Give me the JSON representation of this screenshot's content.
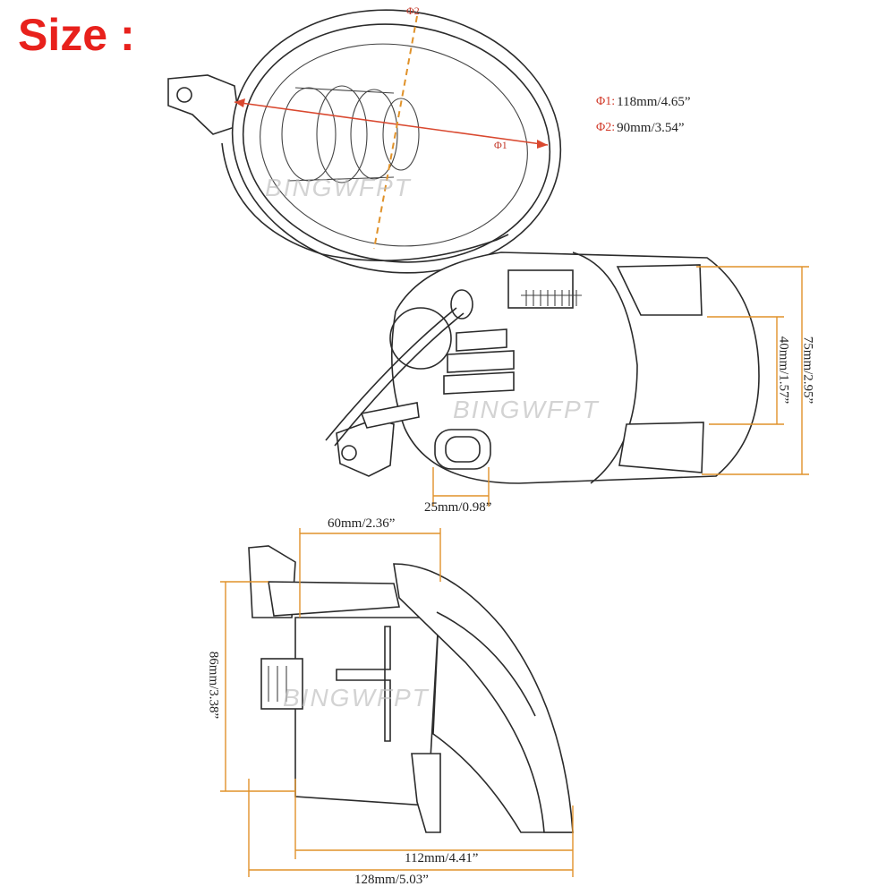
{
  "title": "Size :",
  "legend": [
    {
      "key": "Φ1:",
      "value": "118mm/4.65”"
    },
    {
      "key": "Φ2:",
      "value": "90mm/3.54”"
    }
  ],
  "callouts": {
    "phi1": "Φ1",
    "phi2": "Φ2"
  },
  "dimensions": {
    "height_75": "75mm/2.95”",
    "height_40": "40mm/1.57”",
    "width_25": "25mm/0.98”",
    "width_60": "60mm/2.36”",
    "height_86": "86mm/3.38”",
    "width_112": "112mm/4.41”",
    "width_128": "128mm/5.03”"
  },
  "watermark": "BINGWFPT",
  "colors": {
    "title": "#e8211c",
    "dimension_line": "#e0922a",
    "callout": "#d23a2a"
  }
}
